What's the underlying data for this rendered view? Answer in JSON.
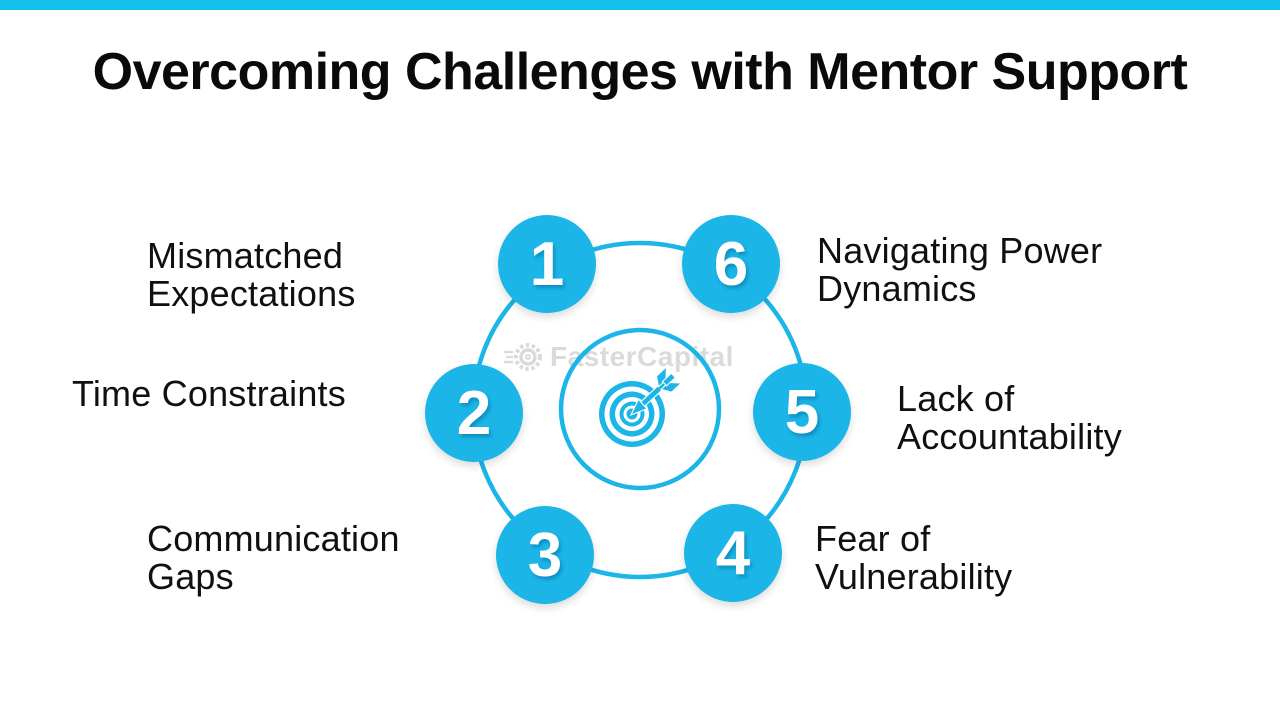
{
  "page": {
    "title": "Overcoming Challenges with Mentor Support"
  },
  "theme": {
    "accent": "#1bb5e8",
    "topbar": "#16c0ec",
    "label_text_color": "#101010",
    "number_text_color": "#ffffff",
    "watermark": "#d2d2d2"
  },
  "diagram": {
    "center_icon": "target-bullseye-with-dart",
    "watermark": {
      "text": "FasterCapital",
      "icon": "gear-icon"
    },
    "items": [
      {
        "number": "1",
        "lines": [
          "Mismatched",
          "Expectations"
        ]
      },
      {
        "number": "2",
        "lines": [
          "Time Constraints"
        ]
      },
      {
        "number": "3",
        "lines": [
          "Communication",
          "Gaps"
        ]
      },
      {
        "number": "4",
        "lines": [
          "Fear of",
          "Vulnerability"
        ]
      },
      {
        "number": "5",
        "lines": [
          "Lack of",
          "Accountability"
        ]
      },
      {
        "number": "6",
        "lines": [
          "Navigating Power",
          "Dynamics"
        ]
      }
    ]
  }
}
